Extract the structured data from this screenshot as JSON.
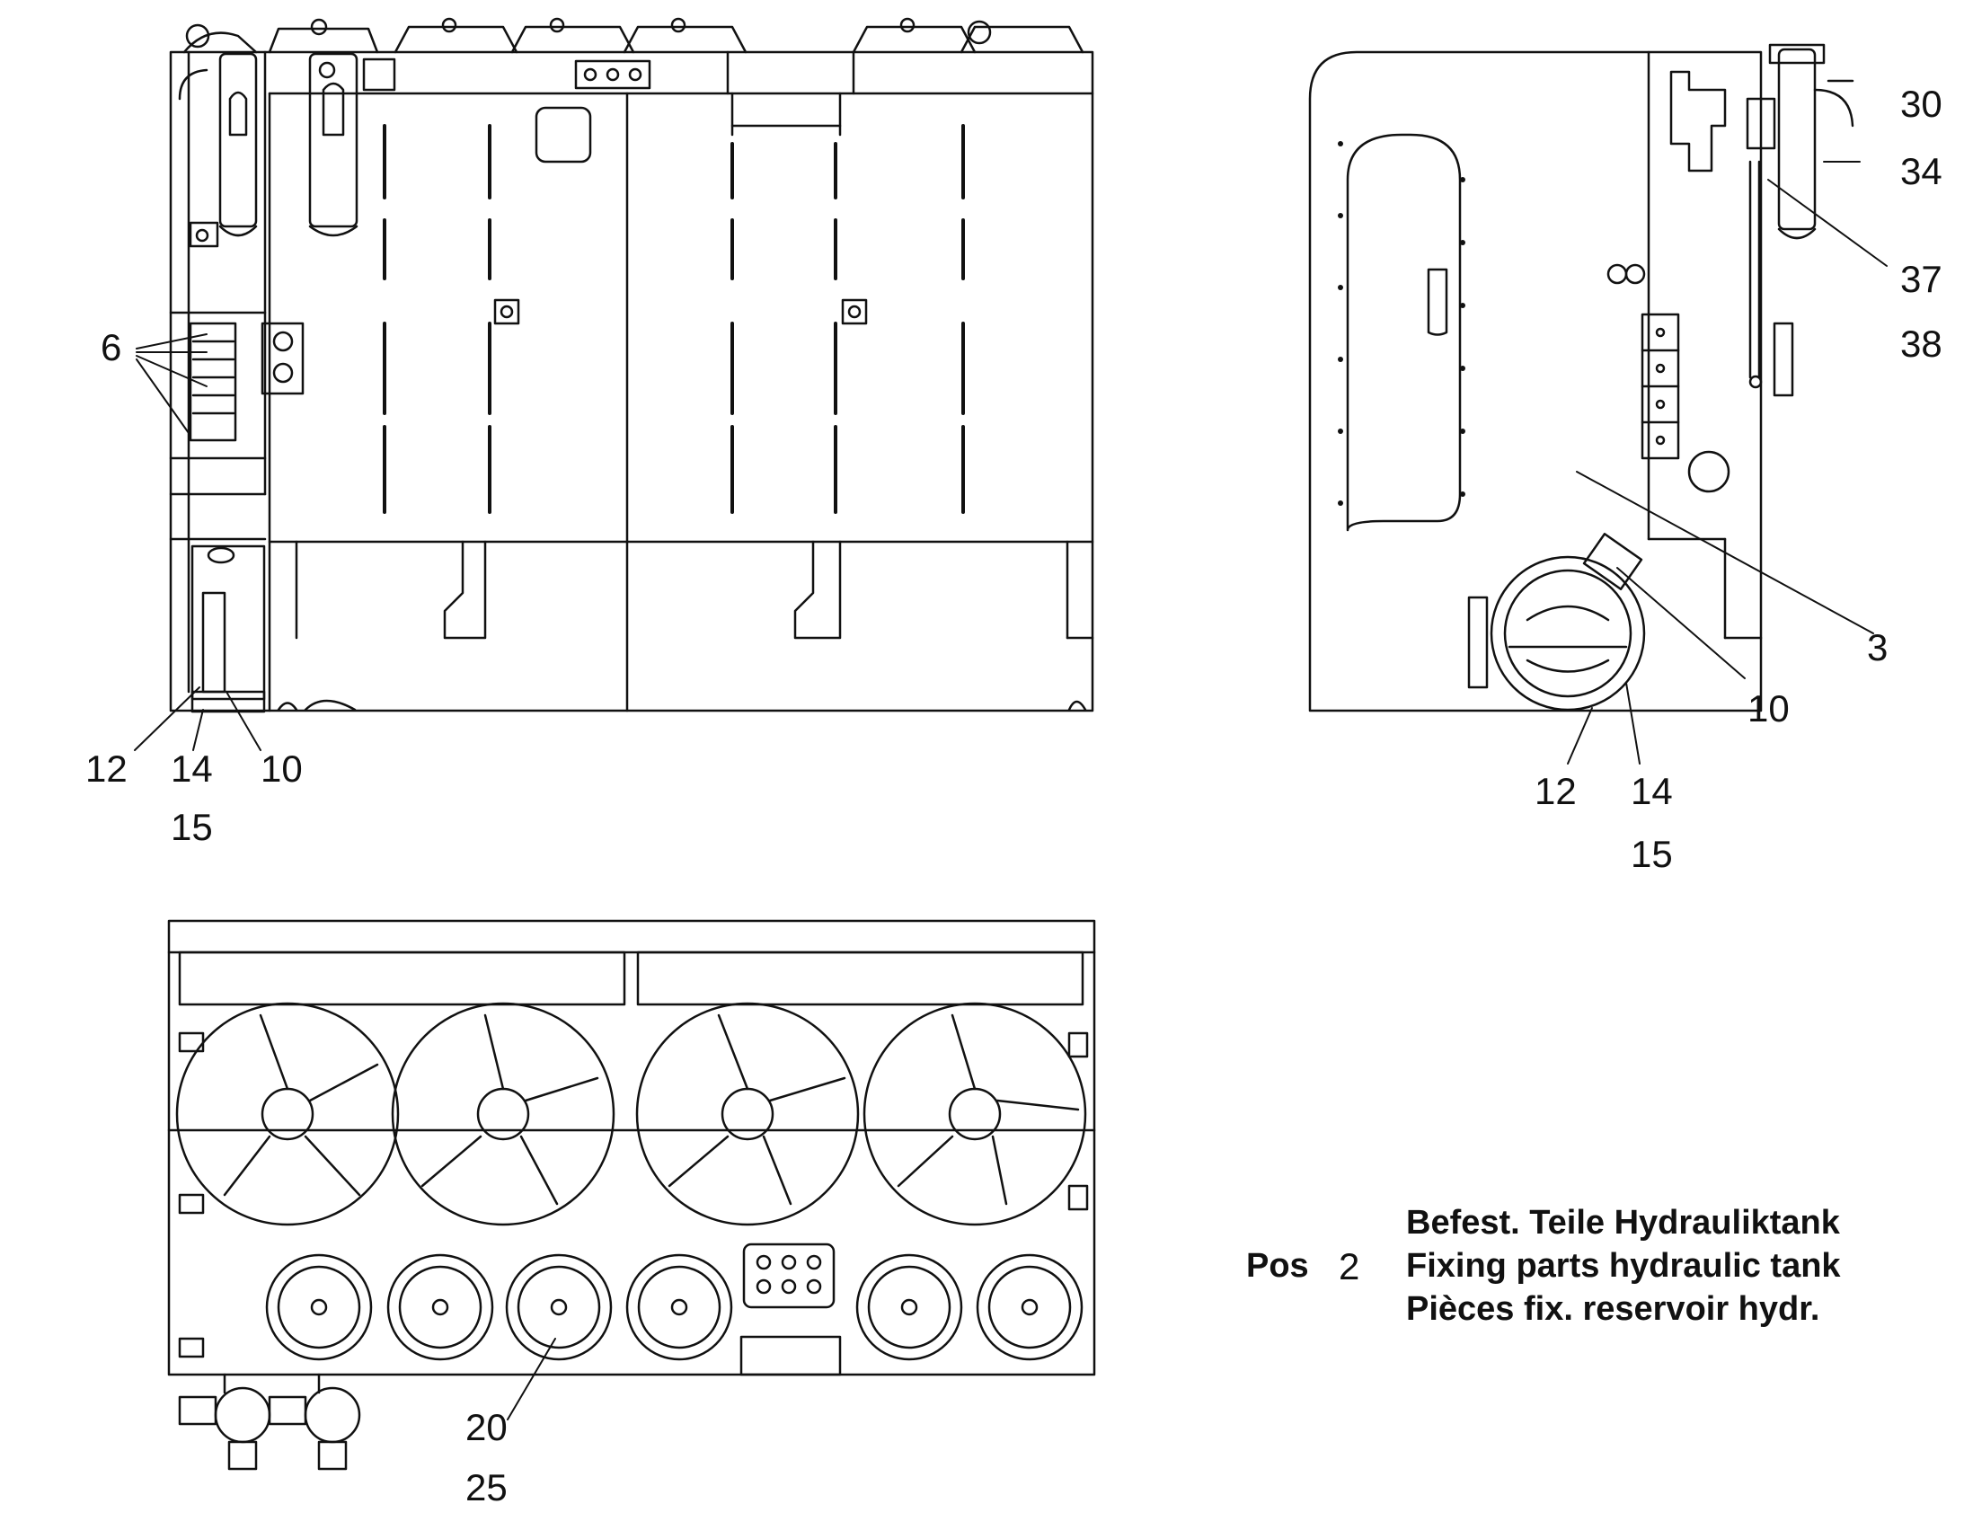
{
  "views": {
    "front": {
      "labels": {
        "p6": "6",
        "p12": "12",
        "p14": "14",
        "p10": "10",
        "p15": "15"
      }
    },
    "side": {
      "labels": {
        "p30": "30",
        "p34": "34",
        "p37": "37",
        "p38": "38",
        "p3": "3",
        "p10": "10",
        "p12": "12",
        "p14": "14",
        "p15": "15"
      }
    },
    "bottom": {
      "labels": {
        "p20": "20",
        "p25": "25"
      }
    }
  },
  "title_block": {
    "pos_label": "Pos",
    "pos_number": "2",
    "line_de": "Befest. Teile Hydrauliktank",
    "line_en": "Fixing parts hydraulic tank",
    "line_fr": "Pièces fix. reservoir hydr."
  },
  "colors": {
    "line": "#111111",
    "background": "#ffffff"
  }
}
